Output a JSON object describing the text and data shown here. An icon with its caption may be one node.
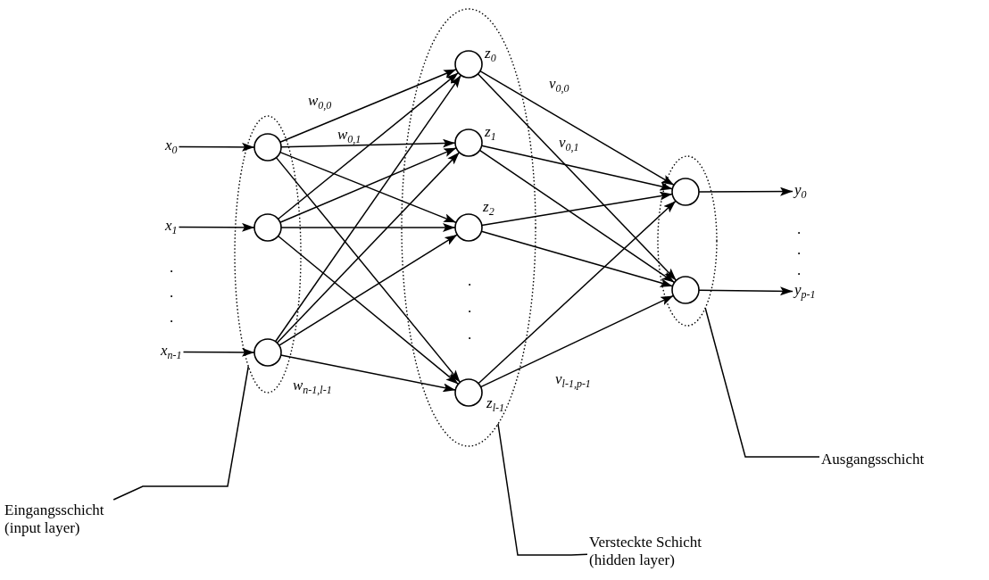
{
  "diagram": {
    "nodes": [
      {
        "text": [
          "x$_{0}$"
        ]
      },
      {
        "text": [
          "x$_{1}$"
        ]
      },
      {
        "text": [
          "x$_{n-1}$"
        ]
      },
      {
        "text": [],
        "shape": "ellipse"
      },
      {
        "text": [],
        "shape": "circle",
        "in": 3
      },
      {
        "text": [],
        "shape": "circle",
        "in": 3
      },
      {
        "text": [],
        "shape": "circle",
        "in": 3
      },
      {
        "text": [],
        "shape": "ellipse"
      },
      {
        "text": [],
        "shape": "circle",
        "in": 7,
        "beside": [
          "z$_{0}$"
        ]
      },
      {
        "text": [],
        "shape": "circle",
        "in": 7,
        "beside": [
          "z$_{1}$"
        ]
      },
      {
        "text": [],
        "shape": "circle",
        "in": 7,
        "beside": [
          "z$_{2}$"
        ]
      },
      {
        "text": [],
        "shape": "circle",
        "in": 7,
        "beside": [
          "z$_{l-1}$"
        ]
      },
      {
        "text": [],
        "shape": "ellipse"
      },
      {
        "text": [],
        "shape": "circle",
        "in": 12
      },
      {
        "text": [],
        "shape": "circle",
        "in": 12
      },
      {
        "text": [
          "y$_{0}$"
        ]
      },
      {
        "text": [
          "y$_{p-1}$"
        ]
      },
      {
        "text": [
          "Eingangsschicht (input layer)"
        ]
      },
      {
        "text": [
          "Versteckte Schicht (hidden layer)"
        ]
      },
      {
        "text": [
          "Ausgangsschicht"
        ]
      }
    ],
    "edges": [
      {
        "from": 0,
        "to": 4,
        "arrow": "to"
      },
      {
        "from": 1,
        "to": 5,
        "arrow": "to"
      },
      {
        "from": 2,
        "to": 6,
        "arrow": "to"
      },
      {
        "from": 4,
        "to": 8,
        "arrow": "to",
        "label": "w$_{0,0}$"
      },
      {
        "from": 4,
        "to": 9,
        "arrow": "to",
        "label": "w$_{0,1}$"
      },
      {
        "from": 4,
        "to": 10,
        "arrow": "to"
      },
      {
        "from": 4,
        "to": 11,
        "arrow": "to"
      },
      {
        "from": 5,
        "to": 8,
        "arrow": "to"
      },
      {
        "from": 5,
        "to": 9,
        "arrow": "to"
      },
      {
        "from": 5,
        "to": 10,
        "arrow": "to"
      },
      {
        "from": 5,
        "to": 11,
        "arrow": "to"
      },
      {
        "from": 6,
        "to": 8,
        "arrow": "to"
      },
      {
        "from": 6,
        "to": 9,
        "arrow": "to"
      },
      {
        "from": 6,
        "to": 10,
        "arrow": "to"
      },
      {
        "from": 6,
        "to": 11,
        "arrow": "to",
        "label": "w$_{n-1,l-1}$"
      },
      {
        "from": 8,
        "to": 13,
        "arrow": "to",
        "label": "v$_{0,0}$"
      },
      {
        "from": 8,
        "to": 14,
        "arrow": "to",
        "label": "v$_{0,1}$"
      },
      {
        "from": 9,
        "to": 13,
        "arrow": "to"
      },
      {
        "from": 9,
        "to": 14,
        "arrow": "to"
      },
      {
        "from": 10,
        "to": 13,
        "arrow": "to"
      },
      {
        "from": 10,
        "to": 14,
        "arrow": "to"
      },
      {
        "from": 11,
        "to": 13,
        "arrow": "to"
      },
      {
        "from": 11,
        "to": 14,
        "arrow": "to",
        "label": "v$_{l-1,p-1}$"
      },
      {
        "from": 13,
        "to": 15,
        "arrow": "to"
      },
      {
        "from": 14,
        "to": 16,
        "arrow": "to"
      },
      {
        "from": 17,
        "to": 3,
        "arrow": "none"
      },
      {
        "from": 18,
        "to": 7,
        "arrow": "none"
      },
      {
        "from": 19,
        "to": 12,
        "arrow": "none"
      }
    ],
    "labels": [
      ".",
      ".",
      ".",
      ".",
      ".",
      ".",
      ".",
      ".",
      "."
    ]
  }
}
